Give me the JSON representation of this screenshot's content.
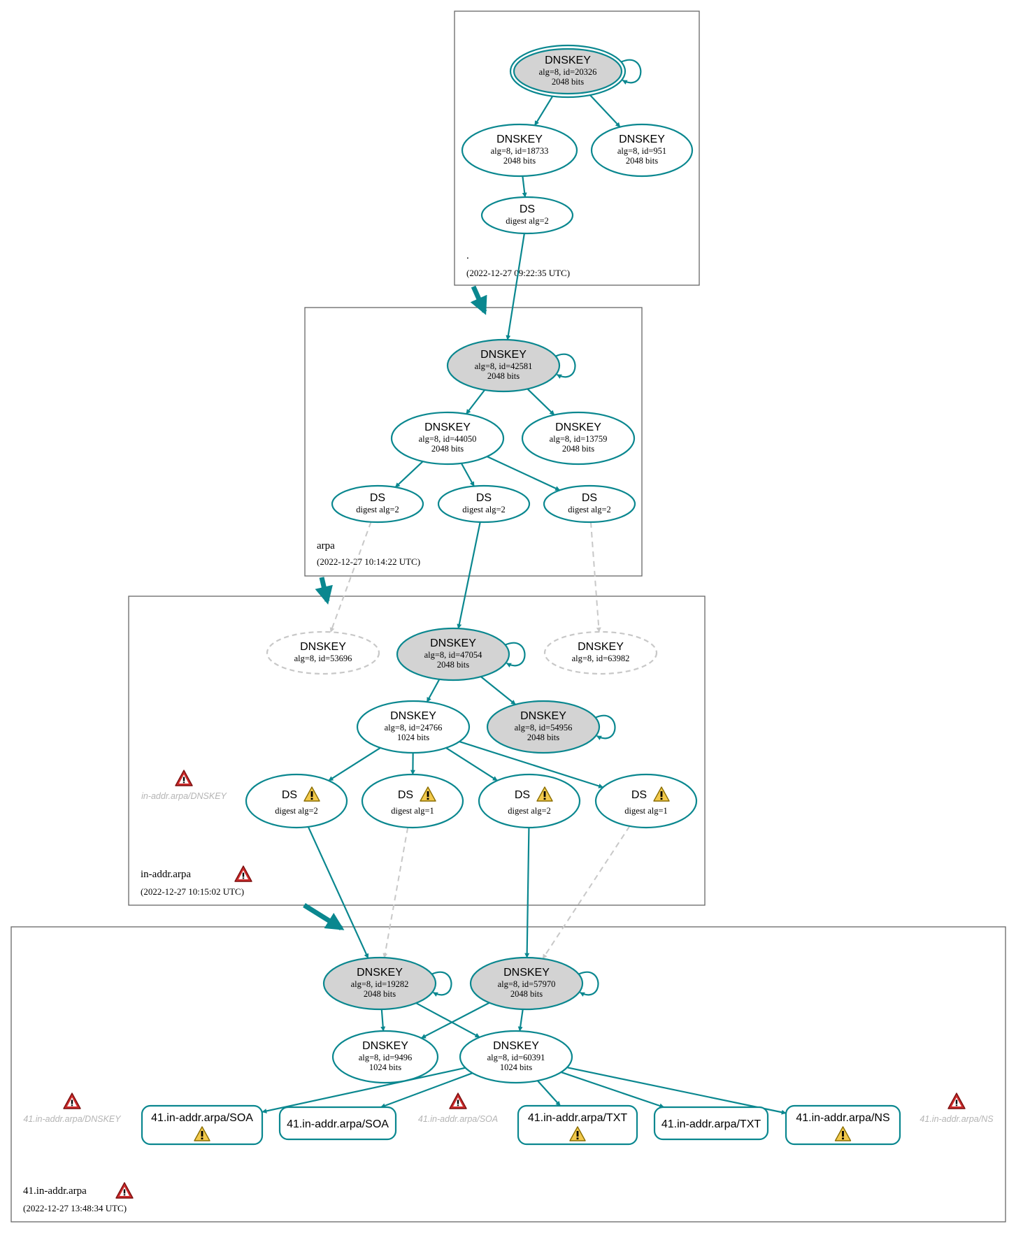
{
  "colors": {
    "edge": "#0a878f",
    "dashed_edge": "#c8c8c8",
    "secure_entry_fill": "#d3d3d3",
    "warning_icon": "#f2c94c",
    "error_icon": "#cc2a2a"
  },
  "zones": [
    {
      "id": "root",
      "name": ".",
      "timestamp": "(2022-12-27 09:22:35 UTC)",
      "has_error": false
    },
    {
      "id": "arpa",
      "name": "arpa",
      "timestamp": "(2022-12-27 10:14:22 UTC)",
      "has_error": false
    },
    {
      "id": "inaddr",
      "name": "in-addr.arpa",
      "timestamp": "(2022-12-27 10:15:02 UTC)",
      "has_error": true
    },
    {
      "id": "z41",
      "name": "41.in-addr.arpa",
      "timestamp": "(2022-12-27 13:48:34 UTC)",
      "has_error": true
    }
  ],
  "nodes": [
    {
      "id": "r_ksk",
      "zone": "root",
      "kind": "dnskey",
      "title": "DNSKEY",
      "lines": [
        "alg=8, id=20326",
        "2048 bits"
      ],
      "sep": true,
      "trust_anchor": true
    },
    {
      "id": "r_zsk1",
      "zone": "root",
      "kind": "dnskey",
      "title": "DNSKEY",
      "lines": [
        "alg=8, id=18733",
        "2048 bits"
      ]
    },
    {
      "id": "r_zsk2",
      "zone": "root",
      "kind": "dnskey",
      "title": "DNSKEY",
      "lines": [
        "alg=8, id=951",
        "2048 bits"
      ]
    },
    {
      "id": "r_ds",
      "zone": "root",
      "kind": "ds",
      "title": "DS",
      "lines": [
        "digest alg=2"
      ]
    },
    {
      "id": "a_ksk",
      "zone": "arpa",
      "kind": "dnskey",
      "title": "DNSKEY",
      "lines": [
        "alg=8, id=42581",
        "2048 bits"
      ],
      "sep": true
    },
    {
      "id": "a_zsk1",
      "zone": "arpa",
      "kind": "dnskey",
      "title": "DNSKEY",
      "lines": [
        "alg=8, id=44050",
        "2048 bits"
      ]
    },
    {
      "id": "a_zsk2",
      "zone": "arpa",
      "kind": "dnskey",
      "title": "DNSKEY",
      "lines": [
        "alg=8, id=13759",
        "2048 bits"
      ]
    },
    {
      "id": "a_ds1",
      "zone": "arpa",
      "kind": "ds",
      "title": "DS",
      "lines": [
        "digest alg=2"
      ]
    },
    {
      "id": "a_ds2",
      "zone": "arpa",
      "kind": "ds",
      "title": "DS",
      "lines": [
        "digest alg=2"
      ]
    },
    {
      "id": "a_ds3",
      "zone": "arpa",
      "kind": "ds",
      "title": "DS",
      "lines": [
        "digest alg=2"
      ]
    },
    {
      "id": "i_miss1",
      "zone": "inaddr",
      "kind": "dnskey",
      "title": "DNSKEY",
      "lines": [
        "alg=8, id=53696"
      ],
      "dashed": true
    },
    {
      "id": "i_ksk",
      "zone": "inaddr",
      "kind": "dnskey",
      "title": "DNSKEY",
      "lines": [
        "alg=8, id=47054",
        "2048 bits"
      ],
      "sep": true
    },
    {
      "id": "i_miss2",
      "zone": "inaddr",
      "kind": "dnskey",
      "title": "DNSKEY",
      "lines": [
        "alg=8, id=63982"
      ],
      "dashed": true
    },
    {
      "id": "i_zsk",
      "zone": "inaddr",
      "kind": "dnskey",
      "title": "DNSKEY",
      "lines": [
        "alg=8, id=24766",
        "1024 bits"
      ]
    },
    {
      "id": "i_ksk2",
      "zone": "inaddr",
      "kind": "dnskey",
      "title": "DNSKEY",
      "lines": [
        "alg=8, id=54956",
        "2048 bits"
      ],
      "sep": true
    },
    {
      "id": "i_ds1",
      "zone": "inaddr",
      "kind": "ds",
      "title": "DS",
      "lines": [
        "digest alg=2"
      ],
      "warning": true
    },
    {
      "id": "i_ds2",
      "zone": "inaddr",
      "kind": "ds",
      "title": "DS",
      "lines": [
        "digest alg=1"
      ],
      "warning": true
    },
    {
      "id": "i_ds3",
      "zone": "inaddr",
      "kind": "ds",
      "title": "DS",
      "lines": [
        "digest alg=2"
      ],
      "warning": true
    },
    {
      "id": "i_ds4",
      "zone": "inaddr",
      "kind": "ds",
      "title": "DS",
      "lines": [
        "digest alg=1"
      ],
      "warning": true
    },
    {
      "id": "z_ksk1",
      "zone": "z41",
      "kind": "dnskey",
      "title": "DNSKEY",
      "lines": [
        "alg=8, id=19282",
        "2048 bits"
      ],
      "sep": true
    },
    {
      "id": "z_ksk2",
      "zone": "z41",
      "kind": "dnskey",
      "title": "DNSKEY",
      "lines": [
        "alg=8, id=57970",
        "2048 bits"
      ],
      "sep": true
    },
    {
      "id": "z_zsk1",
      "zone": "z41",
      "kind": "dnskey",
      "title": "DNSKEY",
      "lines": [
        "alg=8, id=9496",
        "1024 bits"
      ]
    },
    {
      "id": "z_zsk2",
      "zone": "z41",
      "kind": "dnskey",
      "title": "DNSKEY",
      "lines": [
        "alg=8, id=60391",
        "1024 bits"
      ]
    },
    {
      "id": "z_soa1",
      "zone": "z41",
      "kind": "rrset",
      "title": "41.in-addr.arpa/SOA",
      "warning": true
    },
    {
      "id": "z_soa2",
      "zone": "z41",
      "kind": "rrset",
      "title": "41.in-addr.arpa/SOA"
    },
    {
      "id": "z_txt1",
      "zone": "z41",
      "kind": "rrset",
      "title": "41.in-addr.arpa/TXT",
      "warning": true
    },
    {
      "id": "z_txt2",
      "zone": "z41",
      "kind": "rrset",
      "title": "41.in-addr.arpa/TXT"
    },
    {
      "id": "z_ns",
      "zone": "z41",
      "kind": "rrset",
      "title": "41.in-addr.arpa/NS",
      "warning": true
    }
  ],
  "error_labels": [
    {
      "id": "e_inaddr_dnskey",
      "text": "in-addr.arpa/DNSKEY"
    },
    {
      "id": "e_z41_dnskey",
      "text": "41.in-addr.arpa/DNSKEY"
    },
    {
      "id": "e_z41_soa",
      "text": "41.in-addr.arpa/SOA"
    },
    {
      "id": "e_z41_ns",
      "text": "41.in-addr.arpa/NS"
    }
  ],
  "edges": [
    {
      "from": "r_ksk",
      "to": "r_zsk1"
    },
    {
      "from": "r_ksk",
      "to": "r_zsk2"
    },
    {
      "from": "r_ksk",
      "to": "r_ksk",
      "self": true
    },
    {
      "from": "r_zsk1",
      "to": "r_ds"
    },
    {
      "from": "r_ds",
      "to": "a_ksk"
    },
    {
      "from": "a_ksk",
      "to": "a_ksk",
      "self": true
    },
    {
      "from": "a_ksk",
      "to": "a_zsk1"
    },
    {
      "from": "a_ksk",
      "to": "a_zsk2"
    },
    {
      "from": "a_zsk1",
      "to": "a_ds1"
    },
    {
      "from": "a_zsk1",
      "to": "a_ds2"
    },
    {
      "from": "a_zsk1",
      "to": "a_ds3"
    },
    {
      "from": "a_ds1",
      "to": "i_miss1",
      "dashed": true
    },
    {
      "from": "a_ds2",
      "to": "i_ksk"
    },
    {
      "from": "a_ds3",
      "to": "i_miss2",
      "dashed": true
    },
    {
      "from": "i_ksk",
      "to": "i_ksk",
      "self": true
    },
    {
      "from": "i_ksk",
      "to": "i_zsk"
    },
    {
      "from": "i_ksk",
      "to": "i_ksk2"
    },
    {
      "from": "i_ksk2",
      "to": "i_ksk2",
      "self": true
    },
    {
      "from": "i_zsk",
      "to": "i_ds1"
    },
    {
      "from": "i_zsk",
      "to": "i_ds2"
    },
    {
      "from": "i_zsk",
      "to": "i_ds3"
    },
    {
      "from": "i_zsk",
      "to": "i_ds4"
    },
    {
      "from": "i_ds1",
      "to": "z_ksk1"
    },
    {
      "from": "i_ds2",
      "to": "z_ksk1",
      "dashed": true
    },
    {
      "from": "i_ds3",
      "to": "z_ksk2"
    },
    {
      "from": "i_ds4",
      "to": "z_ksk2",
      "dashed": true
    },
    {
      "from": "z_ksk1",
      "to": "z_ksk1",
      "self": true
    },
    {
      "from": "z_ksk2",
      "to": "z_ksk2",
      "self": true
    },
    {
      "from": "z_ksk1",
      "to": "z_zsk1"
    },
    {
      "from": "z_ksk1",
      "to": "z_zsk2"
    },
    {
      "from": "z_ksk2",
      "to": "z_zsk1"
    },
    {
      "from": "z_ksk2",
      "to": "z_zsk2"
    },
    {
      "from": "z_zsk2",
      "to": "z_soa1"
    },
    {
      "from": "z_zsk2",
      "to": "z_soa2"
    },
    {
      "from": "z_zsk2",
      "to": "z_txt1"
    },
    {
      "from": "z_zsk2",
      "to": "z_txt2"
    },
    {
      "from": "z_zsk2",
      "to": "z_ns"
    }
  ],
  "delegations": [
    {
      "from": "root",
      "to": "arpa"
    },
    {
      "from": "arpa",
      "to": "inaddr"
    },
    {
      "from": "inaddr",
      "to": "z41"
    }
  ]
}
